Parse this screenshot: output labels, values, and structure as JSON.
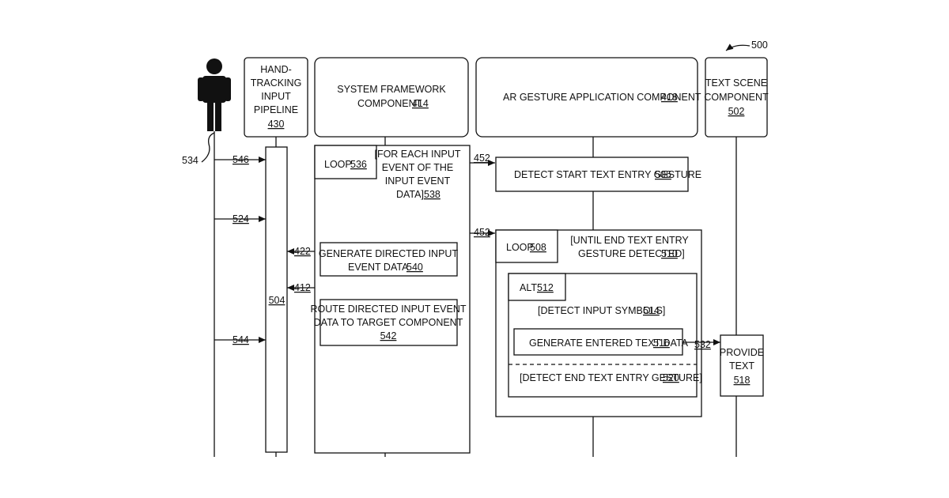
{
  "figure_ref": "500",
  "actor_ref": "534",
  "participants": {
    "hand_tracking": {
      "lines": [
        "HAND-",
        "TRACKING",
        "INPUT",
        "PIPELINE"
      ],
      "ref": "430"
    },
    "system_framework": {
      "lines": [
        "SYSTEM FRAMEWORK",
        "COMPONENT"
      ],
      "ref": "414"
    },
    "ar_gesture": {
      "text": "AR GESTURE APPLICATION COMPONENT",
      "ref": "418"
    },
    "text_scene": {
      "lines": [
        "TEXT SCENE",
        "COMPONENT"
      ],
      "ref": "502"
    }
  },
  "activation_ref": "504",
  "messages": {
    "m546": "546",
    "m524": "524",
    "m544": "544",
    "m422": "422",
    "m412": "412",
    "m452a": "452",
    "m452b": "452",
    "m532": "532"
  },
  "loop536": {
    "label": "LOOP",
    "ref": "536",
    "guard": [
      "[FOR EACH INPUT",
      "EVENT OF THE",
      "INPUT EVENT",
      "DATA]"
    ],
    "guard_ref": "538"
  },
  "steps": {
    "s540": {
      "lines": [
        "GENERATE DIRECTED INPUT",
        "EVENT DATA"
      ],
      "ref": "540"
    },
    "s542": {
      "lines": [
        "ROUTE DIRECTED INPUT EVENT",
        "DATA TO TARGET COMPONENT"
      ],
      "ref": "542"
    },
    "s506": {
      "text": "DETECT START TEXT ENTRY GESTURE",
      "ref": "506"
    },
    "s516": {
      "text": "GENERATE ENTERED TEXT DATA",
      "ref": "516"
    },
    "s518": {
      "lines": [
        "PROVIDE",
        "TEXT"
      ],
      "ref": "518"
    }
  },
  "loop508": {
    "label": "LOOP",
    "ref": "508",
    "guard": [
      "[UNTIL END TEXT ENTRY",
      "GESTURE DETECTED]"
    ],
    "guard_ref": "510"
  },
  "alt512": {
    "label": "ALT",
    "ref": "512",
    "guard1": "[DETECT INPUT SYMBOLS]",
    "guard1_ref": "514",
    "guard2": "[DETECT END TEXT ENTRY GESTURE]",
    "guard2_ref": "520"
  }
}
